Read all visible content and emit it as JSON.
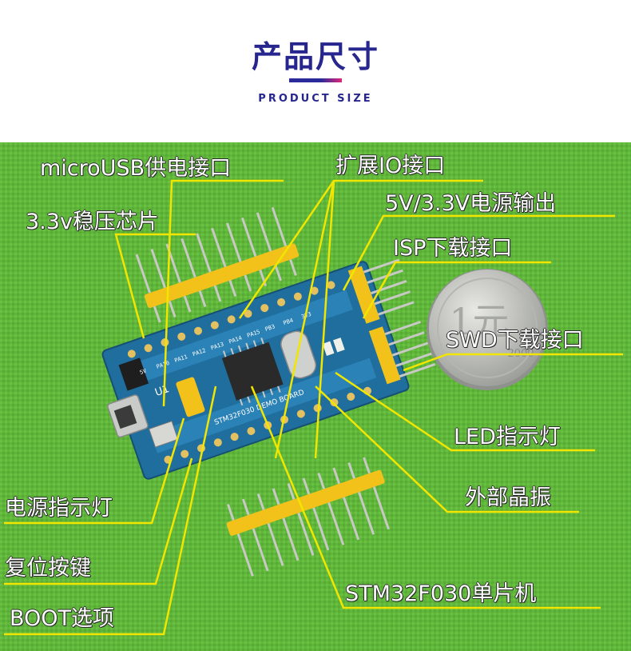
{
  "header": {
    "title": "产品尺寸",
    "subtitle": "PRODUCT SIZE"
  },
  "board": {
    "u1_label": "U1",
    "board_name": "STM32F030 DEMO BOARD",
    "pin_labels": [
      "5V",
      "PA10",
      "PA11",
      "PA12",
      "PA13",
      "PA14",
      "PA15",
      "PB3",
      "PB4",
      "3V3"
    ]
  },
  "coin": {
    "text": "2000",
    "denomination": "1元"
  },
  "annotations": {
    "micro_usb": "microUSB供电接口",
    "regulator": "3.3v稳压芯片",
    "expansion_io": "扩展IO接口",
    "power_out": "5V/3.3V电源输出",
    "isp": "ISP下载接口",
    "swd": "SWD下载接口",
    "led": "LED指示灯",
    "crystal": "外部晶振",
    "mcu": "STM32F030单片机",
    "power_led": "电源指示灯",
    "reset": "复位按键",
    "boot": "BOOT选项"
  },
  "colors": {
    "title": "#26268e",
    "cloth": "#5fb63a",
    "pcb": "#1f6e9e",
    "header_yellow": "#f2c21a",
    "callout_line": "#f2e600"
  }
}
